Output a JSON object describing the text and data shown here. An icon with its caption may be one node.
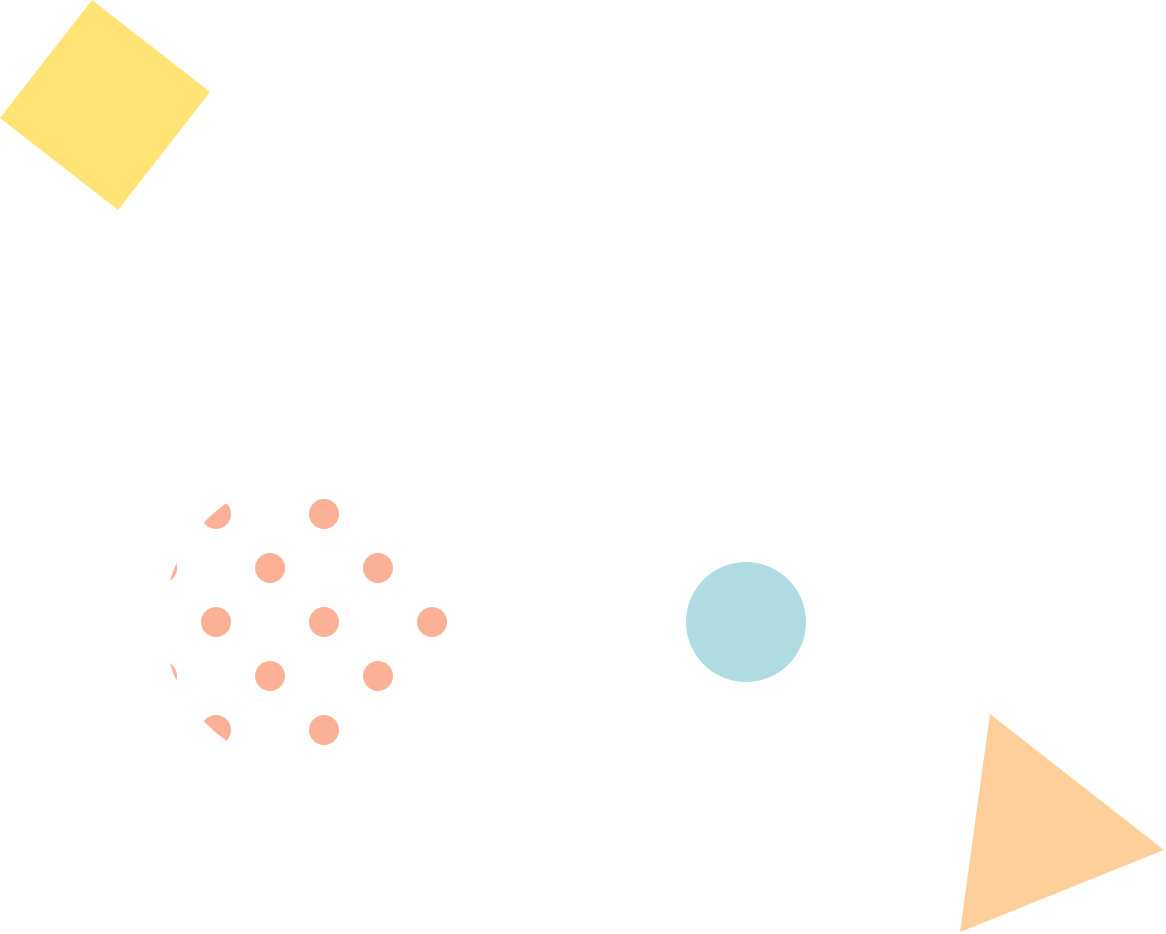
{
  "diagram": {
    "nodes": [
      {
        "text": [],
        "shape": "diamond"
      },
      {
        "text": [],
        "shape": "dots"
      },
      {
        "text": [],
        "shape": "circle"
      },
      {
        "text": [],
        "shape": "triangle"
      }
    ]
  }
}
